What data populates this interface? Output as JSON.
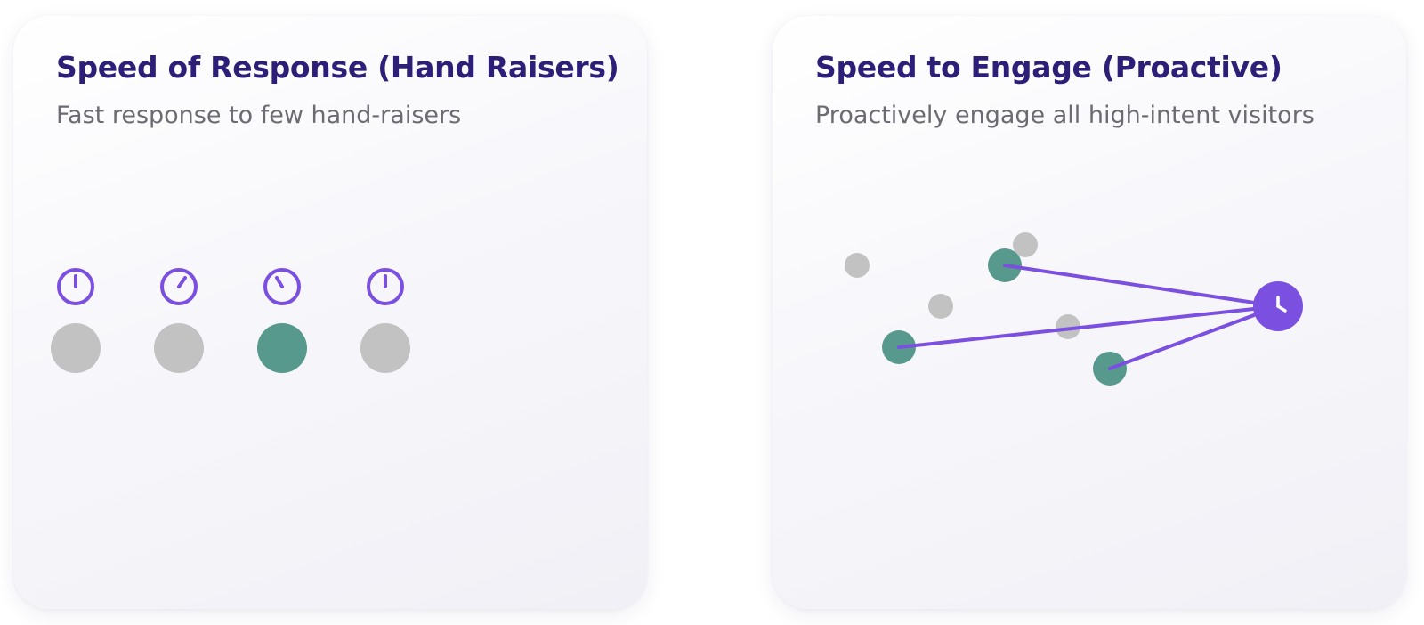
{
  "cards": [
    {
      "title": "Speed of Response (Hand Raisers)",
      "subtitle": "Fast response to few hand-raisers",
      "visitors": [
        {
          "state": "inactive",
          "timer_icon": "timer-icon"
        },
        {
          "state": "inactive",
          "timer_icon": "timer-icon"
        },
        {
          "state": "engaged",
          "timer_icon": "timer-icon"
        },
        {
          "state": "inactive",
          "timer_icon": "timer-icon"
        }
      ]
    },
    {
      "title": "Speed to Engage (Proactive)",
      "subtitle": "Proactively engage all high-intent visitors",
      "hub_icon": "clock-icon",
      "visitor_states": [
        "inactive",
        "inactive",
        "engaged",
        "inactive",
        "inactive",
        "engaged",
        "engaged"
      ]
    }
  ],
  "colors": {
    "title": "#2d1e78",
    "subtitle": "#6b6b72",
    "accent": "#7b4fe0",
    "engaged": "#57998c",
    "inactive": "#c2c2c2"
  }
}
